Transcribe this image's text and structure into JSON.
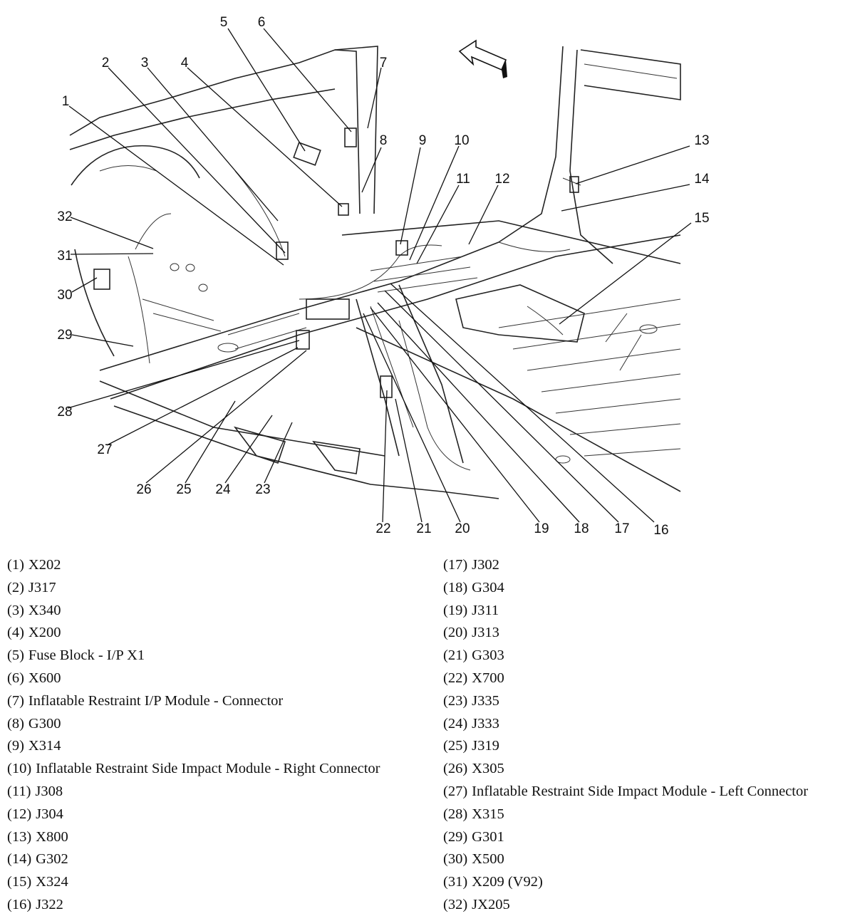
{
  "callouts": [
    "1",
    "2",
    "3",
    "4",
    "5",
    "6",
    "7",
    "8",
    "9",
    "10",
    "11",
    "12",
    "13",
    "14",
    "15",
    "16",
    "17",
    "18",
    "19",
    "20",
    "21",
    "22",
    "23",
    "24",
    "25",
    "26",
    "27",
    "28",
    "29",
    "30",
    "31",
    "32"
  ],
  "legend": {
    "left": [
      {
        "num": "(1)",
        "label": "X202"
      },
      {
        "num": "(2)",
        "label": "J317"
      },
      {
        "num": "(3)",
        "label": "X340"
      },
      {
        "num": "(4)",
        "label": "X200"
      },
      {
        "num": "(5)",
        "label": "Fuse Block - I/P X1"
      },
      {
        "num": "(6)",
        "label": "X600"
      },
      {
        "num": "(7)",
        "label": "Inflatable Restraint I/P Module - Connector"
      },
      {
        "num": "(8)",
        "label": "G300"
      },
      {
        "num": "(9)",
        "label": "X314"
      },
      {
        "num": "(10)",
        "label": "Inflatable Restraint Side Impact Module - Right Connector"
      },
      {
        "num": "(11)",
        "label": "J308"
      },
      {
        "num": "(12)",
        "label": "J304"
      },
      {
        "num": "(13)",
        "label": "X800"
      },
      {
        "num": "(14)",
        "label": "G302"
      },
      {
        "num": "(15)",
        "label": "X324"
      },
      {
        "num": "(16)",
        "label": "J322"
      }
    ],
    "right": [
      {
        "num": "(17)",
        "label": "J302"
      },
      {
        "num": "(18)",
        "label": "G304"
      },
      {
        "num": "(19)",
        "label": "J311"
      },
      {
        "num": "(20)",
        "label": "J313"
      },
      {
        "num": "(21)",
        "label": "G303"
      },
      {
        "num": "(22)",
        "label": "X700"
      },
      {
        "num": "(23)",
        "label": "J335"
      },
      {
        "num": "(24)",
        "label": "J333"
      },
      {
        "num": "(25)",
        "label": "J319"
      },
      {
        "num": "(26)",
        "label": "X305"
      },
      {
        "num": "(27)",
        "label": "Inflatable Restraint Side Impact Module - Left Connector"
      },
      {
        "num": "(28)",
        "label": "X315"
      },
      {
        "num": "(29)",
        "label": "G301"
      },
      {
        "num": "(30)",
        "label": "X500"
      },
      {
        "num": "(31)",
        "label": "X209 (V92)"
      },
      {
        "num": "(32)",
        "label": "JX205"
      }
    ]
  },
  "icons": {
    "direction": "front-direction-arrow-icon"
  }
}
